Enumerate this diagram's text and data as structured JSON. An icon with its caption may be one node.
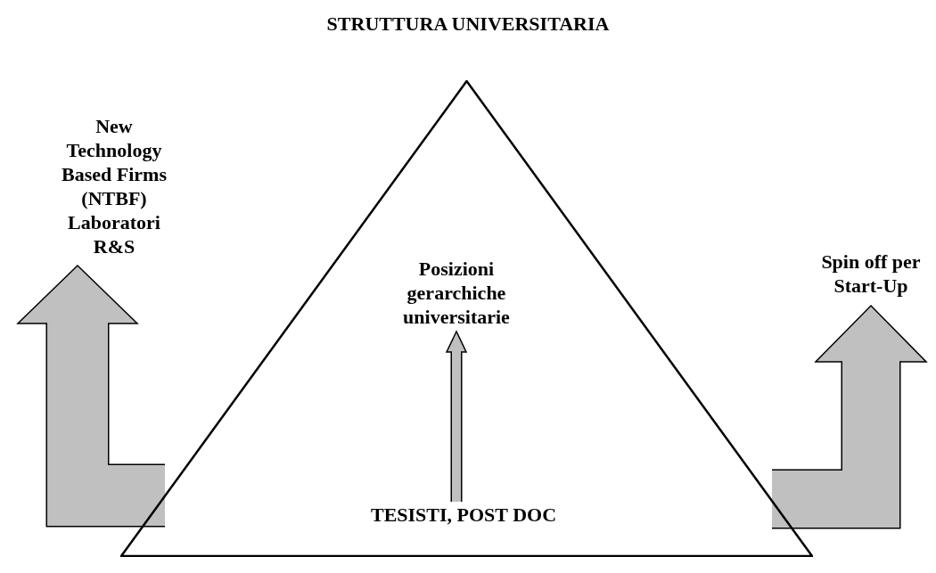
{
  "diagram": {
    "title": "STRUTTURA UNIVERSITARIA",
    "nodes": [
      {
        "text": [],
        "shape": "triangle"
      },
      {
        "text": [
          "Posizioni gerarchiche universitarie"
        ],
        "in": 0
      },
      {
        "text": [
          "TESISTI, POST DOC"
        ],
        "in": 0
      },
      {
        "text": [
          "New Technology Based Firms (NTBF) Laboratori R&S"
        ]
      },
      {
        "text": [
          "Spin off per Start-Up"
        ]
      }
    ],
    "edges": [
      {
        "from": 2,
        "to": 1,
        "arrow": "to"
      },
      {
        "from": 0,
        "to": 3,
        "arrow": "to"
      },
      {
        "from": 0,
        "to": 4,
        "arrow": "to"
      }
    ]
  }
}
